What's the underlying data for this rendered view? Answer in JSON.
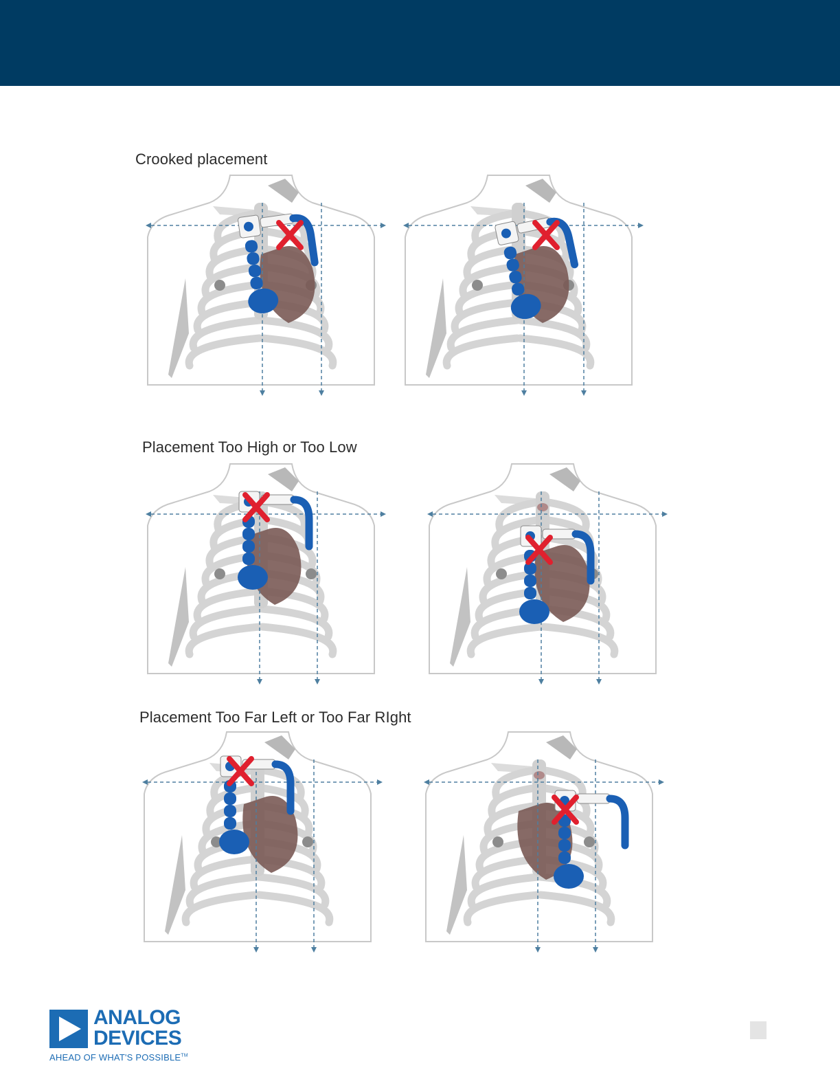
{
  "header": {
    "color": "#003b62"
  },
  "sections": [
    {
      "title": "Crooked placement"
    },
    {
      "title": "Placement Too High or Too Low"
    },
    {
      "title": "Placement Too Far Left or Too Far RIght"
    }
  ],
  "figures": [
    {
      "variant": "crooked-left",
      "mark": "X"
    },
    {
      "variant": "crooked-right",
      "mark": "X"
    },
    {
      "variant": "too-high",
      "mark": "X"
    },
    {
      "variant": "too-low",
      "mark": "X"
    },
    {
      "variant": "too-far-left",
      "mark": "X"
    },
    {
      "variant": "too-far-right",
      "mark": "X"
    }
  ],
  "footer": {
    "logo_line1": "ANALOG",
    "logo_line2": "DEVICES",
    "tagline": "AHEAD OF WHAT'S POSSIBLE",
    "tagline_mark": "TM"
  },
  "colors": {
    "brand_blue": "#1c6cb4",
    "device_blue": "#1a5fb4",
    "error_red": "#e0202e",
    "axis": "#4e7fa0"
  }
}
